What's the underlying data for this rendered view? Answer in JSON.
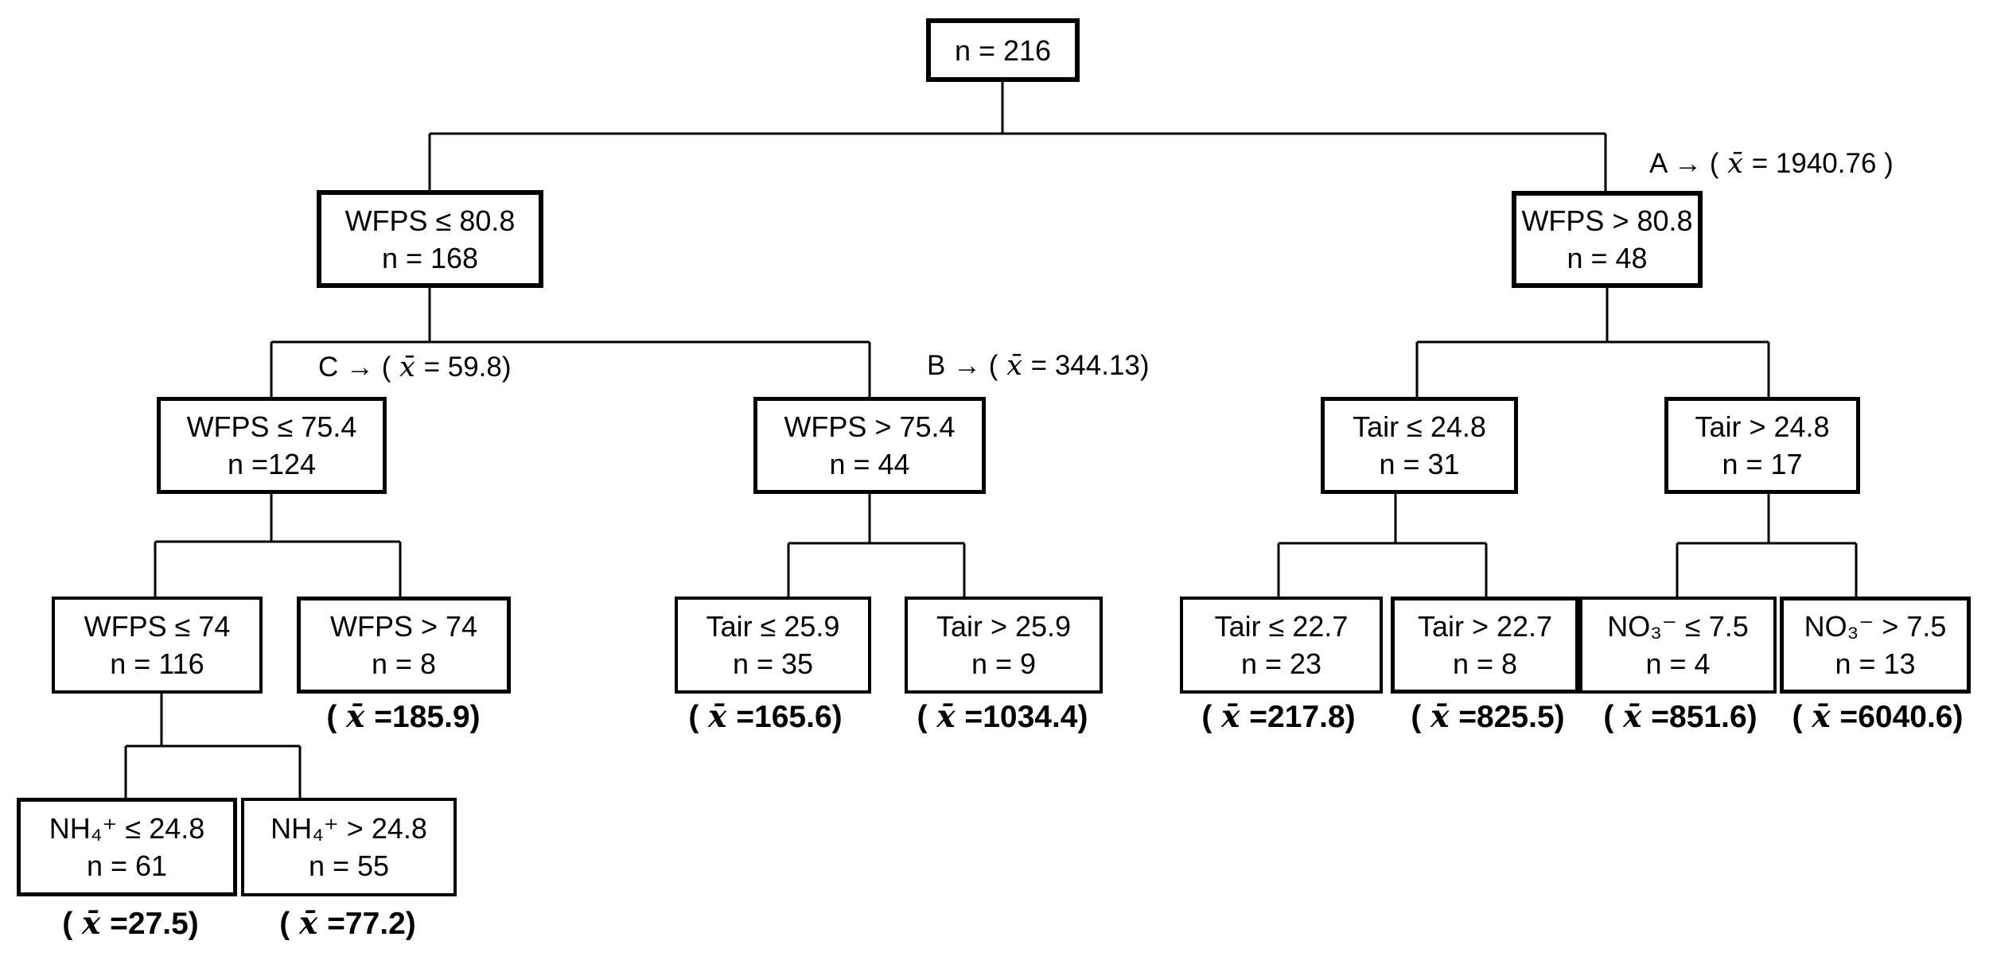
{
  "figure": {
    "kind": "regression-tree",
    "background_color": "#ffffff",
    "line_color": "#000000"
  },
  "nodes": [
    {
      "id": "root",
      "line1": "n = 216",
      "line2": ""
    },
    {
      "id": "wfps-le-80-8",
      "line1": "WFPS ≤ 80.8",
      "line2": "n = 168"
    },
    {
      "id": "wfps-gt-80-8",
      "line1": "WFPS > 80.8",
      "line2": "n = 48"
    },
    {
      "id": "wfps-le-75-4",
      "line1": "WFPS ≤ 75.4",
      "line2": "n =124"
    },
    {
      "id": "wfps-gt-75-4",
      "line1": "WFPS > 75.4",
      "line2": "n = 44"
    },
    {
      "id": "tair-le-24-8",
      "line1": "Tair ≤ 24.8",
      "line2": "n = 31"
    },
    {
      "id": "tair-gt-24-8",
      "line1": "Tair > 24.8",
      "line2": "n = 17"
    },
    {
      "id": "wfps-le-74",
      "line1": "WFPS ≤ 74",
      "line2": "n = 116"
    },
    {
      "id": "wfps-gt-74",
      "line1": "WFPS > 74",
      "line2": "n = 8",
      "mean": "( x̄ =185.9)"
    },
    {
      "id": "tair-le-25-9",
      "line1": "Tair ≤ 25.9",
      "line2": "n = 35",
      "mean": "( x̄ =165.6)"
    },
    {
      "id": "tair-gt-25-9",
      "line1": "Tair > 25.9",
      "line2": "n = 9",
      "mean": "( x̄ =1034.4)"
    },
    {
      "id": "tair-le-22-7",
      "line1": "Tair ≤ 22.7",
      "line2": "n = 23",
      "mean": "( x̄ =217.8)"
    },
    {
      "id": "tair-gt-22-7",
      "line1": "Tair > 22.7",
      "line2": "n = 8",
      "mean": "( x̄ =825.5)"
    },
    {
      "id": "no3-le-7-5",
      "line1": "NO₃⁻ ≤ 7.5",
      "line2": "n = 4",
      "mean": "( x̄ =851.6)"
    },
    {
      "id": "no3-gt-7-5",
      "line1": "NO₃⁻ > 7.5",
      "line2": "n = 13",
      "mean": "( x̄ =6040.6)"
    },
    {
      "id": "nh4-le-24-8",
      "line1": "NH₄⁺ ≤ 24.8",
      "line2": "n = 61",
      "mean": "( x̄ =27.5)"
    },
    {
      "id": "nh4-gt-24-8",
      "line1": "NH₄⁺ > 24.8",
      "line2": "n = 55",
      "mean": "( x̄ =77.2)"
    }
  ],
  "annotations": {
    "a": "A → ( x̄ = 1940.76 )",
    "b": "B → ( x̄ = 344.13)",
    "c": "C → ( x̄ = 59.8)"
  }
}
